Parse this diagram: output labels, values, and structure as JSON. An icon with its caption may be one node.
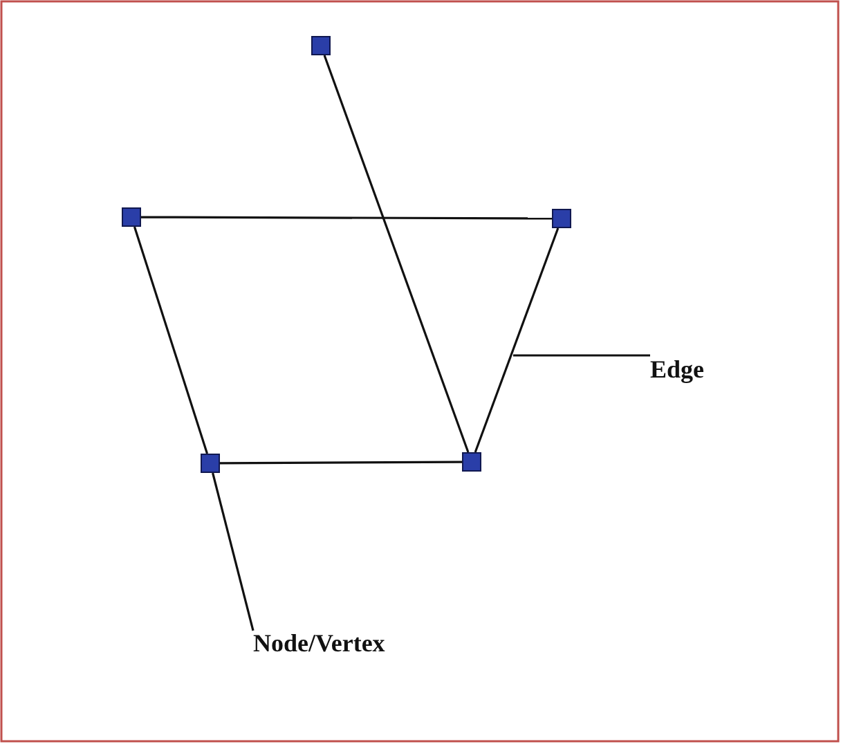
{
  "diagram": {
    "nodes": [
      {
        "text": [],
        "shape": "box"
      },
      {
        "text": [],
        "shape": "box"
      },
      {
        "text": [],
        "shape": "box"
      },
      {
        "text": [],
        "shape": "box"
      },
      {
        "text": [],
        "shape": "box"
      },
      {
        "text": [
          "Edge"
        ]
      },
      {
        "text": [
          "Node/Vertex"
        ]
      }
    ],
    "edges": [
      {
        "from": 1,
        "to": 2,
        "arrow": "none"
      },
      {
        "from": 0,
        "to": 4,
        "arrow": "none"
      },
      {
        "from": 1,
        "to": 3,
        "arrow": "none"
      },
      {
        "from": 2,
        "to": 4,
        "arrow": "none"
      },
      {
        "from": 3,
        "to": 4,
        "arrow": "none"
      },
      {
        "from": 5,
        "to": null,
        "arrow": "none"
      },
      {
        "from": 6,
        "to": 3,
        "arrow": "none"
      }
    ]
  }
}
